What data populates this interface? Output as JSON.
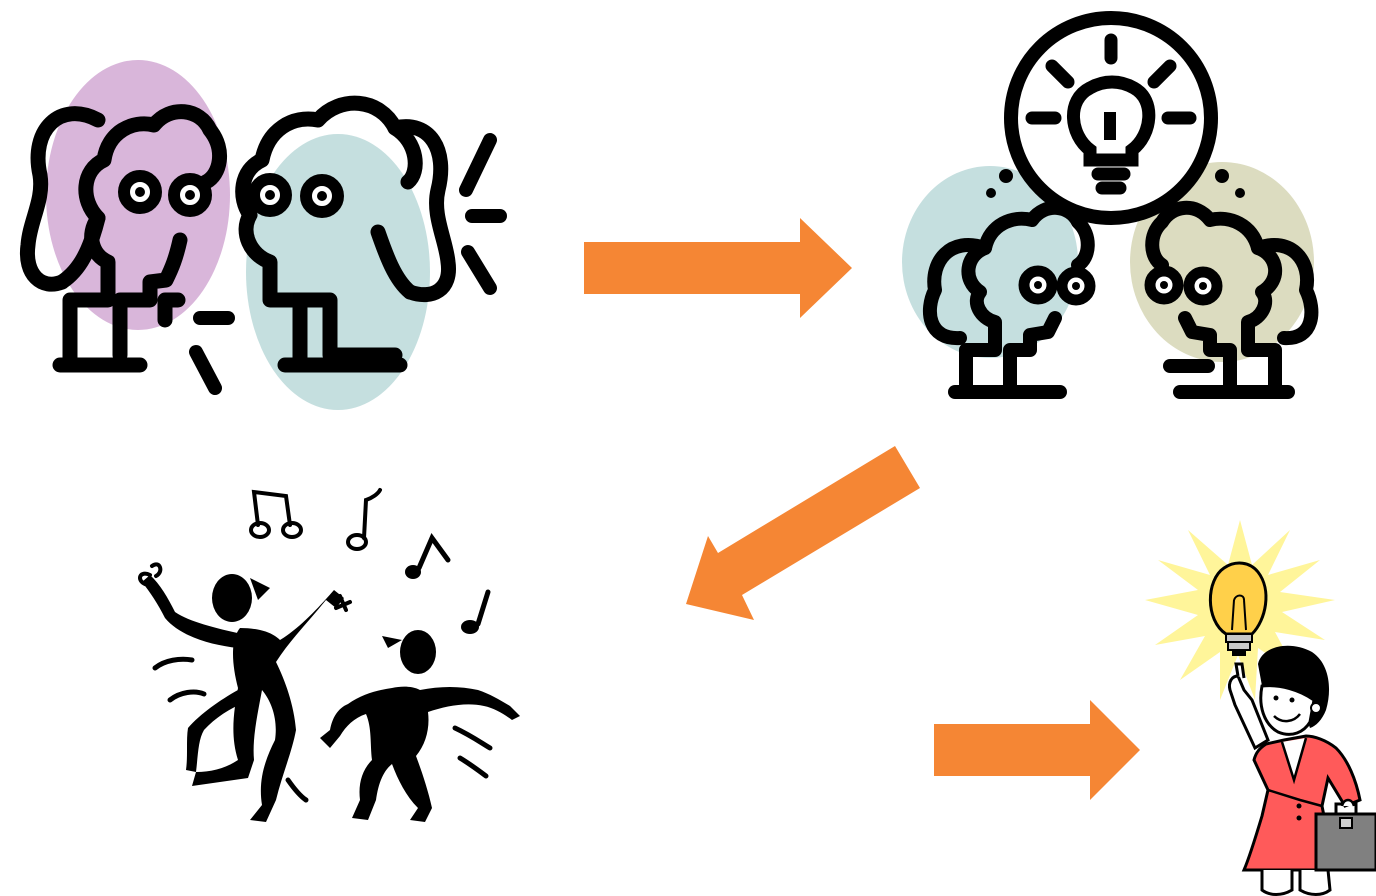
{
  "slide": {
    "background": "#ffffff",
    "arrow_color": "#f58634",
    "outline_color": "#000000"
  },
  "clipart": [
    {
      "name": "two-people-talking",
      "head_colors": [
        "#d9b6da",
        "#c5dfdf"
      ]
    },
    {
      "name": "two-people-shared-idea",
      "head_colors": [
        "#c5dfdf",
        "#dcdcc0"
      ]
    },
    {
      "name": "dancing-figures-with-music-notes"
    },
    {
      "name": "businesswoman-with-lightbulb-idea",
      "suit_color": "#ff5a5a",
      "bulb_glow": "#fff59a"
    }
  ],
  "arrows": [
    {
      "name": "arrow-right-top",
      "direction": "right"
    },
    {
      "name": "arrow-down-left",
      "direction": "down-left"
    },
    {
      "name": "arrow-right-bottom",
      "direction": "right"
    }
  ]
}
